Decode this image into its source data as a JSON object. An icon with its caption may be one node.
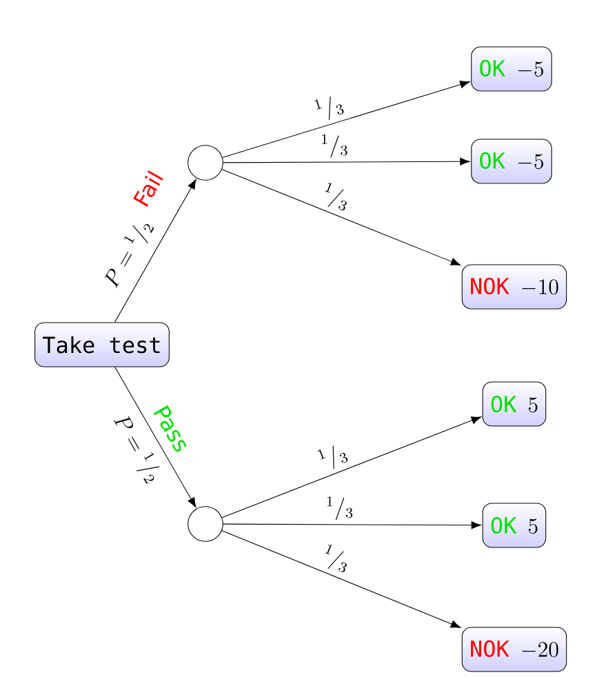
{
  "diagram": {
    "nodes": [
      {
        "text": [
          "Take test"
        ]
      },
      {
        "text": [],
        "shape": "circle"
      },
      {
        "text": [],
        "shape": "circle"
      },
      {
        "text": [
          "OK",
          "-5"
        ]
      },
      {
        "text": [
          "OK",
          "-5"
        ]
      },
      {
        "text": [
          "NOK",
          "-10"
        ]
      },
      {
        "text": [
          "OK",
          "5"
        ]
      },
      {
        "text": [
          "OK",
          "5"
        ]
      },
      {
        "text": [
          "NOK",
          "-20"
        ]
      }
    ],
    "edges": [
      {
        "from": 0,
        "to": 1,
        "arrow": "to",
        "label": "Fail"
      },
      {
        "from": 0,
        "to": 2,
        "arrow": "to",
        "label": "Pass"
      },
      {
        "from": 1,
        "to": 3,
        "arrow": "to",
        "label": "{}^1/_3"
      },
      {
        "from": 1,
        "to": 4,
        "arrow": "to",
        "label": "{}^1/_3"
      },
      {
        "from": 1,
        "to": 5,
        "arrow": "to",
        "label": "{}^1/_3"
      },
      {
        "from": 2,
        "to": 6,
        "arrow": "to",
        "label": "{}^1/_3"
      },
      {
        "from": 2,
        "to": 7,
        "arrow": "to",
        "label": "{}^1/_3"
      },
      {
        "from": 2,
        "to": 8,
        "arrow": "to",
        "label": "{}^1/_3"
      }
    ],
    "labels": [
      "P = {}^1/_2",
      "P = {}^1/_2"
    ]
  }
}
